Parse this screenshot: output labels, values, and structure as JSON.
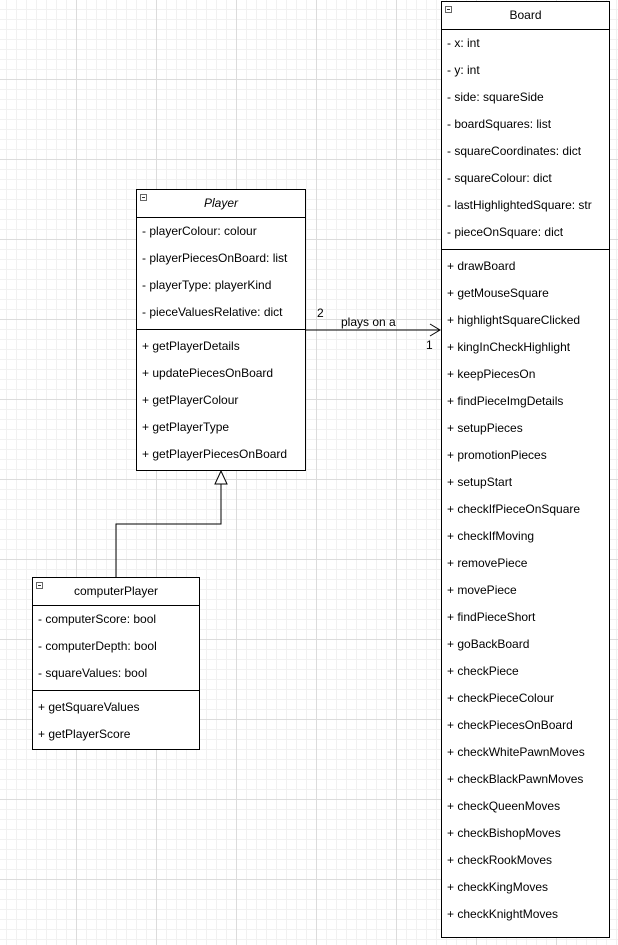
{
  "classes": {
    "player": {
      "name": "Player",
      "attributes": [
        "- playerColour: colour",
        "- playerPiecesOnBoard: list",
        "- playerType: playerKind",
        "- pieceValuesRelative: dict"
      ],
      "operations": [
        "+ getPlayerDetails",
        "+ updatePiecesOnBoard",
        "+ getPlayerColour",
        "+ getPlayerType",
        "+ getPlayerPiecesOnBoard"
      ]
    },
    "computer_player": {
      "name": "computerPlayer",
      "attributes": [
        "- computerScore: bool",
        "- computerDepth: bool",
        "- squareValues: bool"
      ],
      "operations": [
        "+ getSquareValues",
        "+ getPlayerScore"
      ]
    },
    "board": {
      "name": "Board",
      "attributes": [
        "- x: int",
        "- y: int",
        "- side: squareSide",
        "- boardSquares: list",
        "- squareCoordinates: dict",
        "- squareColour: dict",
        "- lastHighlightedSquare: str",
        "- pieceOnSquare: dict"
      ],
      "operations": [
        "+ drawBoard",
        "+ getMouseSquare",
        "+ highlightSquareClicked",
        "+ kingInCheckHighlight",
        "+ keepPiecesOn",
        "+ findPieceImgDetails",
        "+ setupPieces",
        "+ promotionPieces",
        "+ setupStart",
        "+ checkIfPieceOnSquare",
        "+ checkIfMoving",
        "+ removePiece",
        "+ movePiece",
        "+ findPieceShort",
        "+ goBackBoard",
        "+ checkPiece",
        "+ checkPieceColour",
        "+ checkPiecesOnBoard",
        "+ checkWhitePawnMoves",
        "+ checkBlackPawnMoves",
        "+ checkQueenMoves",
        "+ checkBishopMoves",
        "+ checkRookMoves",
        "+ checkKingMoves",
        "+ checkKnightMoves"
      ]
    }
  },
  "relations": {
    "association": {
      "label": "plays on a",
      "source_multiplicity": "2",
      "target_multiplicity": "1"
    },
    "generalization": {
      "from": "computerPlayer",
      "to": "Player"
    }
  }
}
